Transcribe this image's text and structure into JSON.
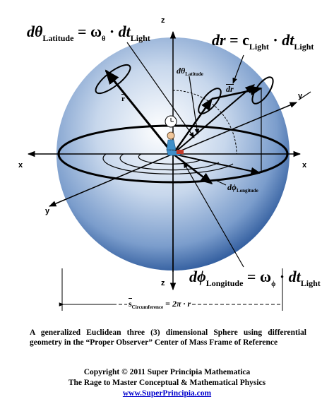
{
  "labels": {
    "d_theta_lat": {
      "d": "dθ",
      "sub": "Latitude",
      "eq": " = ",
      "omega": "ω",
      "omega_sub": "θ",
      "dot": " · ",
      "dt": "dt",
      "dt_sub": "Light"
    },
    "dr_eq": {
      "d": "dr",
      "eq": " = ",
      "c": "c",
      "c_sub": "Light",
      "dot": " · ",
      "dt": "dt",
      "dt_sub": "Light"
    },
    "d_theta_small": {
      "d": "dθ",
      "sub": "Latitude"
    },
    "dr_small": "dr",
    "r_small": "r",
    "d_phi_small": {
      "d": "dϕ",
      "sub": "Longitude"
    },
    "d_phi_long": {
      "d": "dϕ",
      "sub": "Longitude",
      "eq": " = ",
      "omega": "ω",
      "omega_sub": "ϕ",
      "dot": " · ",
      "dt": "dt",
      "dt_sub": "Light"
    },
    "circumference": {
      "s": "s",
      "sub": "Circumference",
      "eq": " = ",
      "rhs": "2π · r"
    }
  },
  "axes": {
    "z_top": "z",
    "z_bottom": "z",
    "x_left": "x",
    "x_right": "x",
    "y_right": "y",
    "y_left": "y"
  },
  "caption": "A generalized Euclidean three (3) dimensional Sphere using differential geometry in the “Proper Observer” Center of Mass Frame of Reference",
  "copyright": {
    "line1": "Copyright © 2011 Super Principia Mathematica",
    "line2": "The Rage to Master Conceptual & Mathematical Physics",
    "url": "www.SuperPrincipia.com"
  },
  "colors": {
    "sphere_center": "#ffffff",
    "sphere_edge": "#2e5a9c",
    "ink": "#000000",
    "link": "#0000cc"
  }
}
